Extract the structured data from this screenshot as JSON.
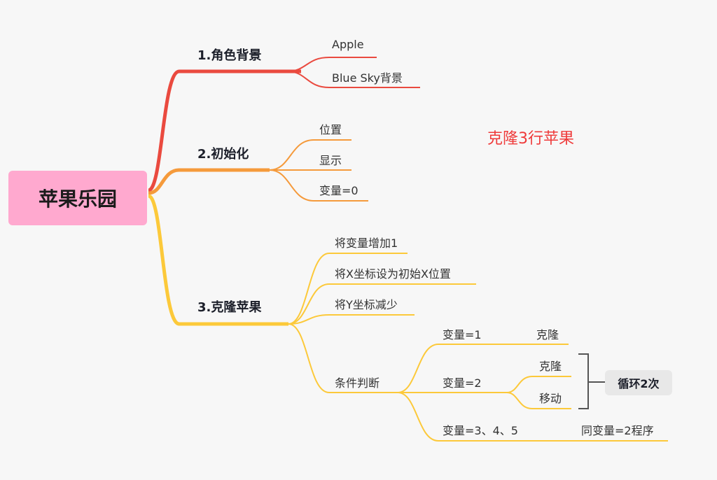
{
  "root": "苹果乐园",
  "note": "克隆3行苹果",
  "summary": "循环2次",
  "colors": {
    "root": "#ffa9cf",
    "branch1": "#ea4a3f",
    "branch2": "#f59a3b",
    "branch3": "#fcc93a",
    "note": "#ef3a3a",
    "bracket": "#555555",
    "summary_bg": "#e8e8e8"
  },
  "branches": [
    {
      "title": "1.角色背景",
      "children": [
        "Apple",
        "Blue Sky背景"
      ]
    },
    {
      "title": "2.初始化",
      "children": [
        "位置",
        "显示",
        "变量=0"
      ]
    },
    {
      "title": "3.克隆苹果",
      "children": [
        "将变量增加1",
        "将X坐标设为初始X位置",
        "将Y坐标减少"
      ],
      "condition": {
        "label": "条件判断",
        "cases": [
          {
            "label": "变量=1",
            "actions": [
              "克隆"
            ]
          },
          {
            "label": "变量=2",
            "actions": [
              "克隆",
              "移动"
            ]
          },
          {
            "label": "变量=3、4、5",
            "actions": [
              "同变量=2程序"
            ]
          }
        ]
      }
    }
  ]
}
